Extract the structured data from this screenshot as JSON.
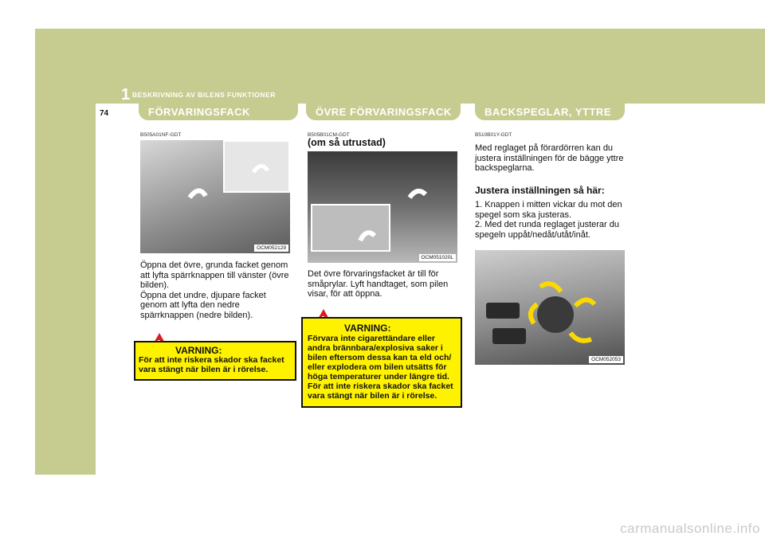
{
  "header": {
    "chapter_number": "1",
    "chapter_title": "BESKRIVNING AV BILENS FUNKTIONER",
    "page_number": "74"
  },
  "col1": {
    "tab": "FÖRVARINGSFACK",
    "code": "B505A01NF-GDT",
    "image_label": "OCM052129",
    "text": "Öppna det övre, grunda facket genom att lyfta spärrknappen till vänster (övre bilden).\nÖppna det undre, djupare facket genom att lyfta den nedre spärrknappen (nedre bilden).",
    "warning_title": "VARNING:",
    "warning_text": "För att inte riskera skador ska facket vara stängt när bilen är i rörelse."
  },
  "col2": {
    "tab": "ÖVRE FÖRVARINGSFACK",
    "code": "B505B01CM-GDT",
    "subtitle": "(om så utrustad)",
    "image_label": "OCM051020L",
    "text": "Det övre förvaringsfacket är till för småprylar. Lyft handtaget, som pilen visar, för att öppna.",
    "warning_title": "VARNING:",
    "warning_text": "Förvara inte cigarettändare eller andra brännbara/explosiva saker i bilen eftersom dessa kan ta eld och/ eller explodera om bilen utsätts för höga temperaturer under längre tid. För att inte riskera skador ska facket vara stängt när bilen är i rörelse."
  },
  "col3": {
    "tab": "BACKSPEGLAR, YTTRE",
    "code": "B510B01Y-GDT",
    "intro": "Med reglaget på förardörren kan du justera inställningen för de bägge yttre backspeglarna.",
    "heading": "Justera inställningen så här:",
    "steps": [
      "1. Knappen i mitten vickar du mot den spegel som ska justeras.",
      "2. Med det runda reglaget justerar du spegeln uppåt/nedåt/utåt/inåt."
    ],
    "image_label": "OCM052053"
  },
  "footer": {
    "watermark": "carmanualsonline.info"
  },
  "colors": {
    "band": "#c6cc8f",
    "warning_bg": "#fff200",
    "warning_icon": "#d91c1c"
  }
}
